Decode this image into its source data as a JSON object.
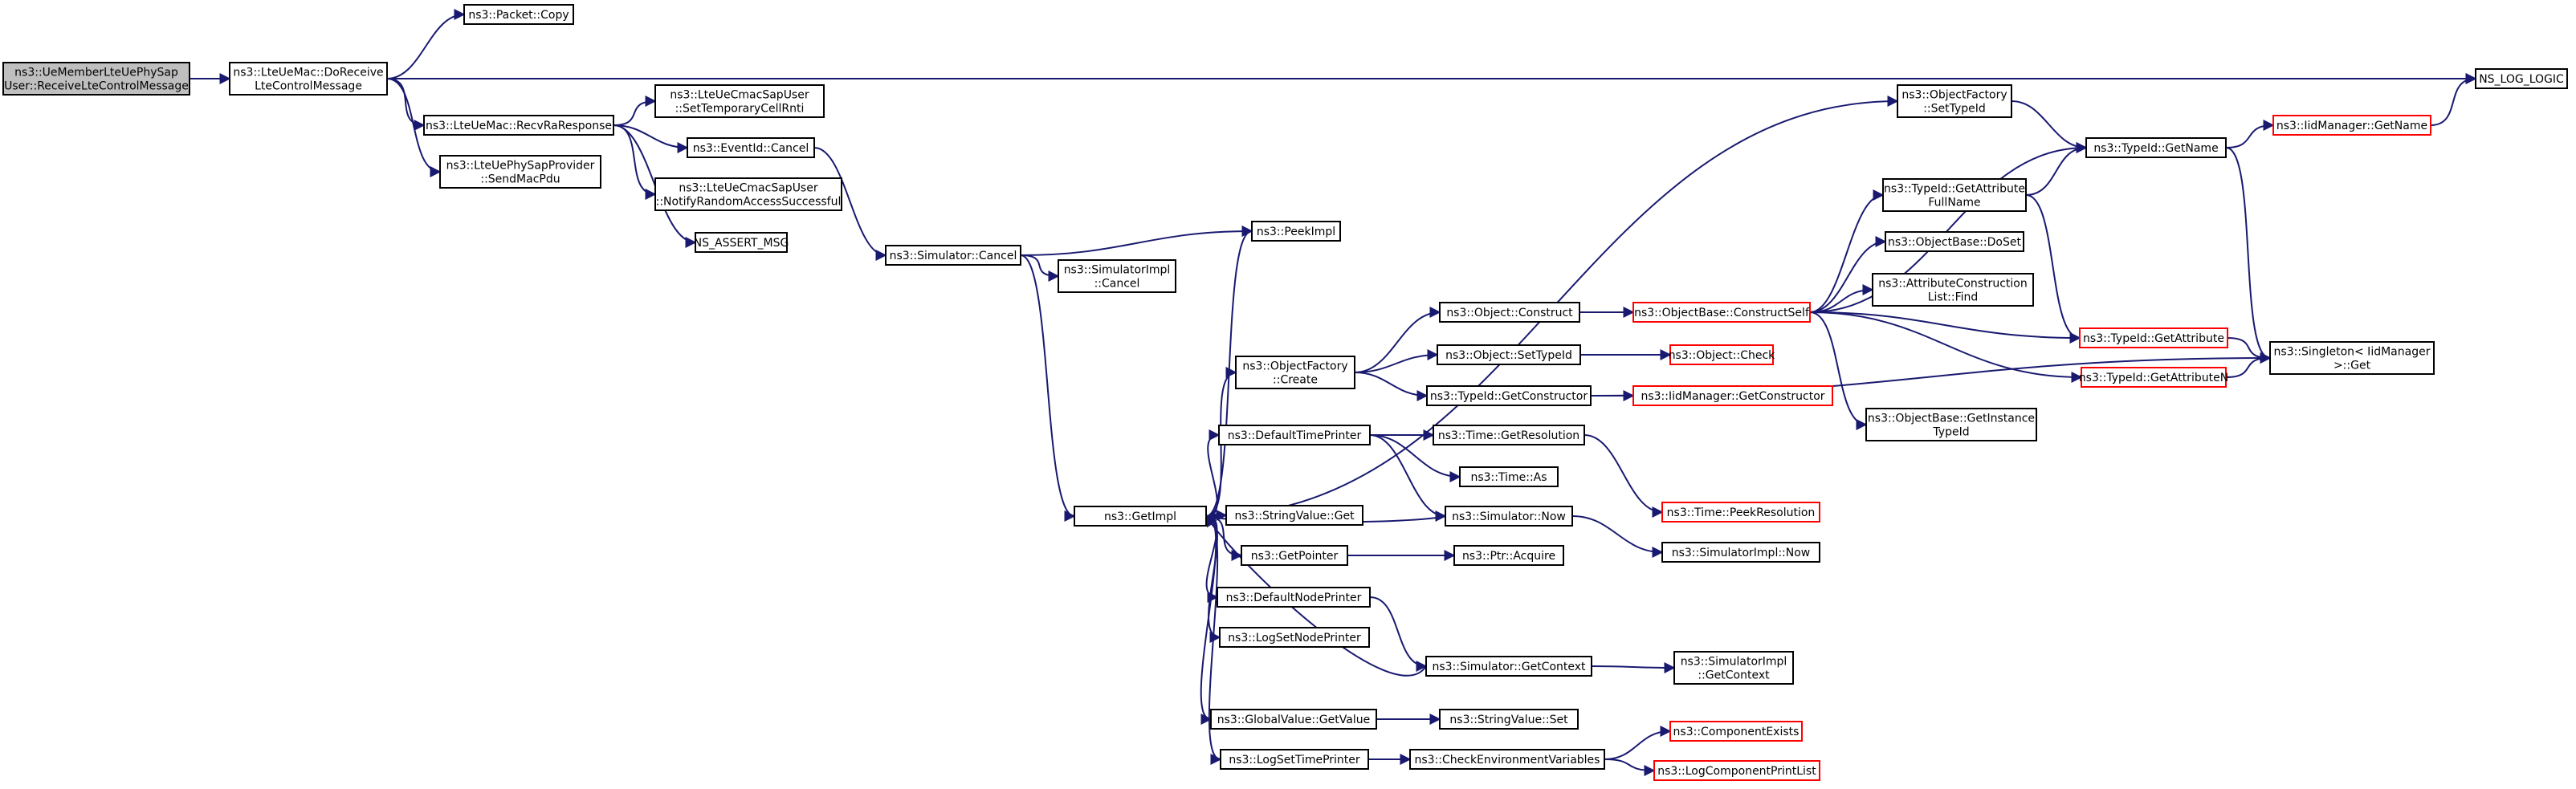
{
  "colors": {
    "edge": "#191970",
    "box_border": "#000000",
    "box_fill": "#ffffff",
    "root_fill": "#bfbfbf",
    "truncated_border": "#ff0000"
  },
  "nodes": [
    {
      "id": "n0",
      "lines": [
        "ns3::UeMemberLteUePhySap",
        "User::ReceiveLteControlMessage"
      ],
      "style": "root"
    },
    {
      "id": "n1",
      "lines": [
        "ns3::LteUeMac::DoReceive",
        "LteControlMessage"
      ],
      "style": "normal"
    },
    {
      "id": "n2",
      "lines": [
        "ns3::Packet::Copy"
      ],
      "style": "normal"
    },
    {
      "id": "n3",
      "lines": [
        "NS_LOG_LOGIC"
      ],
      "style": "normal"
    },
    {
      "id": "n4",
      "lines": [
        "ns3::LteUeMac::RecvRaResponse"
      ],
      "style": "normal"
    },
    {
      "id": "n5",
      "lines": [
        "ns3::LteUePhySapProvider",
        "::SendMacPdu"
      ],
      "style": "normal"
    },
    {
      "id": "n6",
      "lines": [
        "ns3::LteUeCmacSapUser",
        "::SetTemporaryCellRnti"
      ],
      "style": "normal"
    },
    {
      "id": "n7",
      "lines": [
        "ns3::EventId::Cancel"
      ],
      "style": "normal"
    },
    {
      "id": "n8",
      "lines": [
        "ns3::LteUeCmacSapUser",
        "::NotifyRandomAccessSuccessful"
      ],
      "style": "normal"
    },
    {
      "id": "n9",
      "lines": [
        "NS_ASSERT_MSG"
      ],
      "style": "normal"
    },
    {
      "id": "n10",
      "lines": [
        "ns3::Simulator::Cancel"
      ],
      "style": "normal"
    },
    {
      "id": "n11",
      "lines": [
        "ns3::PeekImpl"
      ],
      "style": "normal"
    },
    {
      "id": "n12",
      "lines": [
        "ns3::SimulatorImpl",
        "::Cancel"
      ],
      "style": "normal"
    },
    {
      "id": "n13",
      "lines": [
        "ns3::GetImpl"
      ],
      "style": "normal"
    },
    {
      "id": "n14",
      "lines": [
        "ns3::ObjectFactory",
        "::SetTypeId"
      ],
      "style": "normal"
    },
    {
      "id": "n15",
      "lines": [
        "ns3::ObjectFactory",
        "::Create"
      ],
      "style": "normal"
    },
    {
      "id": "n16",
      "lines": [
        "ns3::DefaultTimePrinter"
      ],
      "style": "normal"
    },
    {
      "id": "n17",
      "lines": [
        "ns3::StringValue::Get"
      ],
      "style": "normal"
    },
    {
      "id": "n18",
      "lines": [
        "ns3::GetPointer"
      ],
      "style": "normal"
    },
    {
      "id": "n19",
      "lines": [
        "ns3::DefaultNodePrinter"
      ],
      "style": "normal"
    },
    {
      "id": "n20",
      "lines": [
        "ns3::LogSetNodePrinter"
      ],
      "style": "normal"
    },
    {
      "id": "n21",
      "lines": [
        "ns3::GlobalValue::GetValue"
      ],
      "style": "normal"
    },
    {
      "id": "n22",
      "lines": [
        "ns3::LogSetTimePrinter"
      ],
      "style": "normal"
    },
    {
      "id": "n23",
      "lines": [
        "ns3::Object::Construct"
      ],
      "style": "normal"
    },
    {
      "id": "n24",
      "lines": [
        "ns3::Object::SetTypeId"
      ],
      "style": "normal"
    },
    {
      "id": "n25",
      "lines": [
        "ns3::TypeId::GetConstructor"
      ],
      "style": "normal"
    },
    {
      "id": "n26",
      "lines": [
        "ns3::Time::GetResolution"
      ],
      "style": "normal"
    },
    {
      "id": "n27",
      "lines": [
        "ns3::Time::As"
      ],
      "style": "normal"
    },
    {
      "id": "n28",
      "lines": [
        "ns3::Simulator::Now"
      ],
      "style": "normal"
    },
    {
      "id": "n29",
      "lines": [
        "ns3::Ptr::Acquire"
      ],
      "style": "normal"
    },
    {
      "id": "n30",
      "lines": [
        "ns3::Simulator::GetContext"
      ],
      "style": "normal"
    },
    {
      "id": "n31",
      "lines": [
        "ns3::StringValue::Set"
      ],
      "style": "normal"
    },
    {
      "id": "n32",
      "lines": [
        "ns3::CheckEnvironmentVariables"
      ],
      "style": "normal"
    },
    {
      "id": "n33",
      "lines": [
        "ns3::ObjectBase::ConstructSelf"
      ],
      "style": "truncated"
    },
    {
      "id": "n34",
      "lines": [
        "ns3::Object::Check"
      ],
      "style": "truncated"
    },
    {
      "id": "n35",
      "lines": [
        "ns3::IidManager::GetConstructor"
      ],
      "style": "truncated"
    },
    {
      "id": "n36",
      "lines": [
        "ns3::Time::PeekResolution"
      ],
      "style": "truncated"
    },
    {
      "id": "n37",
      "lines": [
        "ns3::SimulatorImpl::Now"
      ],
      "style": "normal"
    },
    {
      "id": "n38",
      "lines": [
        "ns3::SimulatorImpl",
        "::GetContext"
      ],
      "style": "normal"
    },
    {
      "id": "n39",
      "lines": [
        "ns3::ComponentExists"
      ],
      "style": "truncated"
    },
    {
      "id": "n40",
      "lines": [
        "ns3::LogComponentPrintList"
      ],
      "style": "truncated"
    },
    {
      "id": "n41",
      "lines": [
        "ns3::TypeId::GetName"
      ],
      "style": "normal"
    },
    {
      "id": "n42",
      "lines": [
        "ns3::TypeId::GetAttribute",
        "FullName"
      ],
      "style": "normal"
    },
    {
      "id": "n43",
      "lines": [
        "ns3::ObjectBase::DoSet"
      ],
      "style": "normal"
    },
    {
      "id": "n44",
      "lines": [
        "ns3::AttributeConstruction",
        "List::Find"
      ],
      "style": "normal"
    },
    {
      "id": "n45",
      "lines": [
        "ns3::TypeId::GetAttribute"
      ],
      "style": "truncated"
    },
    {
      "id": "n46",
      "lines": [
        "ns3::TypeId::GetAttributeN"
      ],
      "style": "truncated"
    },
    {
      "id": "n47",
      "lines": [
        "ns3::ObjectBase::GetInstance",
        "TypeId"
      ],
      "style": "normal"
    },
    {
      "id": "n48",
      "lines": [
        "ns3::IidManager::GetName"
      ],
      "style": "truncated"
    },
    {
      "id": "n49",
      "lines": [
        "ns3::Singleton< IidManager",
        ">::Get"
      ],
      "style": "normal"
    }
  ],
  "edges": [
    [
      "n0",
      "n1"
    ],
    [
      "n1",
      "n2"
    ],
    [
      "n1",
      "n3"
    ],
    [
      "n1",
      "n4"
    ],
    [
      "n1",
      "n5"
    ],
    [
      "n4",
      "n6"
    ],
    [
      "n4",
      "n7"
    ],
    [
      "n4",
      "n8"
    ],
    [
      "n4",
      "n9"
    ],
    [
      "n7",
      "n10"
    ],
    [
      "n10",
      "n11"
    ],
    [
      "n10",
      "n12"
    ],
    [
      "n10",
      "n13"
    ],
    [
      "n13",
      "n14"
    ],
    [
      "n13",
      "n11"
    ],
    [
      "n13",
      "n15"
    ],
    [
      "n13",
      "n16"
    ],
    [
      "n13",
      "n17"
    ],
    [
      "n13",
      "n18"
    ],
    [
      "n13",
      "n19"
    ],
    [
      "n13",
      "n20"
    ],
    [
      "n13",
      "n21"
    ],
    [
      "n13",
      "n22"
    ],
    [
      "n15",
      "n23"
    ],
    [
      "n15",
      "n24"
    ],
    [
      "n15",
      "n25"
    ],
    [
      "n16",
      "n26"
    ],
    [
      "n16",
      "n27"
    ],
    [
      "n16",
      "n28"
    ],
    [
      "n28",
      "n13"
    ],
    [
      "n28",
      "n37"
    ],
    [
      "n30",
      "n13"
    ],
    [
      "n18",
      "n29"
    ],
    [
      "n19",
      "n30"
    ],
    [
      "n30",
      "n38"
    ],
    [
      "n21",
      "n31"
    ],
    [
      "n22",
      "n32"
    ],
    [
      "n32",
      "n39"
    ],
    [
      "n32",
      "n40"
    ],
    [
      "n23",
      "n33"
    ],
    [
      "n24",
      "n34"
    ],
    [
      "n25",
      "n35"
    ],
    [
      "n25",
      "n49"
    ],
    [
      "n26",
      "n36"
    ],
    [
      "n33",
      "n41"
    ],
    [
      "n33",
      "n42"
    ],
    [
      "n33",
      "n43"
    ],
    [
      "n33",
      "n44"
    ],
    [
      "n33",
      "n45"
    ],
    [
      "n33",
      "n46"
    ],
    [
      "n33",
      "n47"
    ],
    [
      "n14",
      "n41"
    ],
    [
      "n42",
      "n41"
    ],
    [
      "n42",
      "n45"
    ],
    [
      "n41",
      "n48"
    ],
    [
      "n41",
      "n49"
    ],
    [
      "n48",
      "n3"
    ],
    [
      "n45",
      "n49"
    ],
    [
      "n46",
      "n49"
    ]
  ]
}
